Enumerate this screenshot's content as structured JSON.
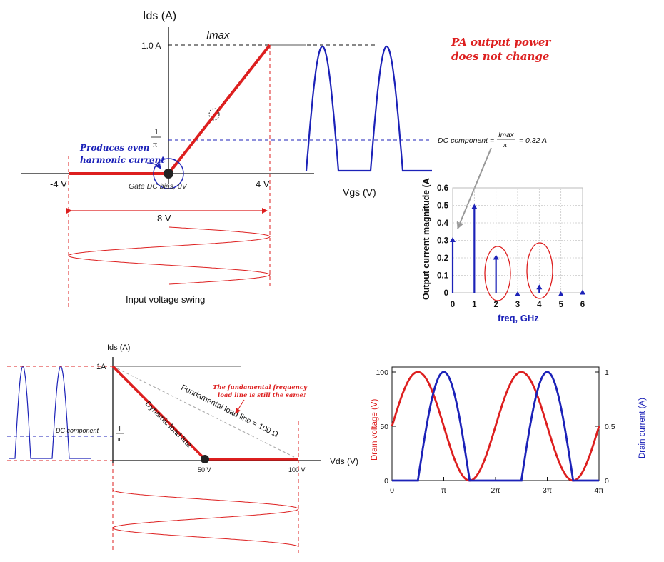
{
  "colors": {
    "red": "#dd1f1f",
    "blue": "#1c22b8",
    "gray": "#999999",
    "black": "#111111"
  },
  "transfer": {
    "y_axis_label": "Ids (A)",
    "imax_label": "Imax",
    "one_amp_label": "1.0 A",
    "one_over_pi_num": "1",
    "one_over_pi_den": "π",
    "neg4_label": "-4 V",
    "pos4_label": "4 V",
    "span_label": "8 V",
    "gate_bias_label": "Gate DC bias, 0V",
    "even_harmonic_note": [
      "Produces even",
      "harmonic current"
    ],
    "vgs_label": "Vgs (V)",
    "input_swing_label": "Input voltage swing",
    "pa_note": [
      "PA output power",
      "does not change"
    ],
    "dc_component_prefix": "DC component =",
    "dc_component_num": "Imax",
    "dc_component_den": "π",
    "dc_component_suffix": "= 0.32 A"
  },
  "spectrum": {
    "ylabel": "Output current magnitude (A",
    "xlabel": "freq, GHz",
    "yticks": [
      "0",
      "0.1",
      "0.2",
      "0.3",
      "0.4",
      "0.5",
      "0.6"
    ],
    "xticks": [
      "0",
      "1",
      "2",
      "3",
      "4",
      "5",
      "6"
    ]
  },
  "loadline": {
    "y_axis_label": "Ids (A)",
    "one_amp_label": "1A",
    "one_over_pi_num": "1",
    "one_over_pi_den": "π",
    "x_axis_label": "Vds (V)",
    "fifty_label": "50 V",
    "hundred_label": "100 V",
    "dynamic_label": "Dynamic load line",
    "fundamental_label": "Fundamental load line = 100 Ω",
    "note": [
      "The fundamental frequency",
      "load line is still the same!"
    ],
    "dc_component_label": "DC component"
  },
  "waveform": {
    "left_ylabel": "Drain voltage (V)",
    "right_ylabel": "Drain current (A)",
    "left_ticks": [
      "0",
      "50",
      "100"
    ],
    "right_ticks": [
      "0",
      "0.5",
      "1"
    ],
    "x_ticks": [
      "0",
      "π",
      "2π",
      "3π",
      "4π"
    ]
  },
  "chart_data": [
    {
      "type": "bar",
      "categories": [
        "0",
        "1",
        "2",
        "3",
        "4",
        "5",
        "6"
      ],
      "values": [
        0.31,
        0.5,
        0.21,
        0,
        0.04,
        0,
        0.01
      ],
      "title": "",
      "xlabel": "freq, GHz",
      "ylabel": "Output current magnitude (A",
      "ylim": [
        0,
        0.6
      ],
      "xlim": [
        0,
        6
      ]
    },
    {
      "type": "line",
      "x_unit": "radians",
      "xlim": [
        0,
        12.566
      ],
      "series": [
        {
          "name": "Drain voltage (V)",
          "axis": "left",
          "formula": "50 + 50*sin(t)",
          "ylim": [
            0,
            100
          ]
        },
        {
          "name": "Drain current (A)",
          "axis": "right",
          "formula": "max(0, -cos(t))",
          "ylim": [
            0,
            1
          ]
        }
      ]
    }
  ]
}
